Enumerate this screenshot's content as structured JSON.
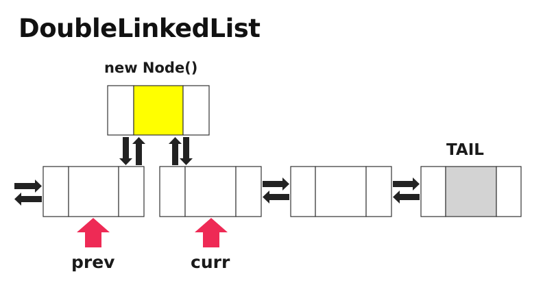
{
  "title": "DoubleLinkedList",
  "labels": {
    "new_node": "new Node()",
    "tail": "TAIL",
    "prev": "prev",
    "curr": "curr"
  },
  "colors": {
    "new_node_fill": "#ffff00",
    "tail_fill": "#d3d3d3",
    "pointer_arrow": "#ee2a55",
    "link_arrow": "#222222",
    "node_border": "#333333"
  }
}
